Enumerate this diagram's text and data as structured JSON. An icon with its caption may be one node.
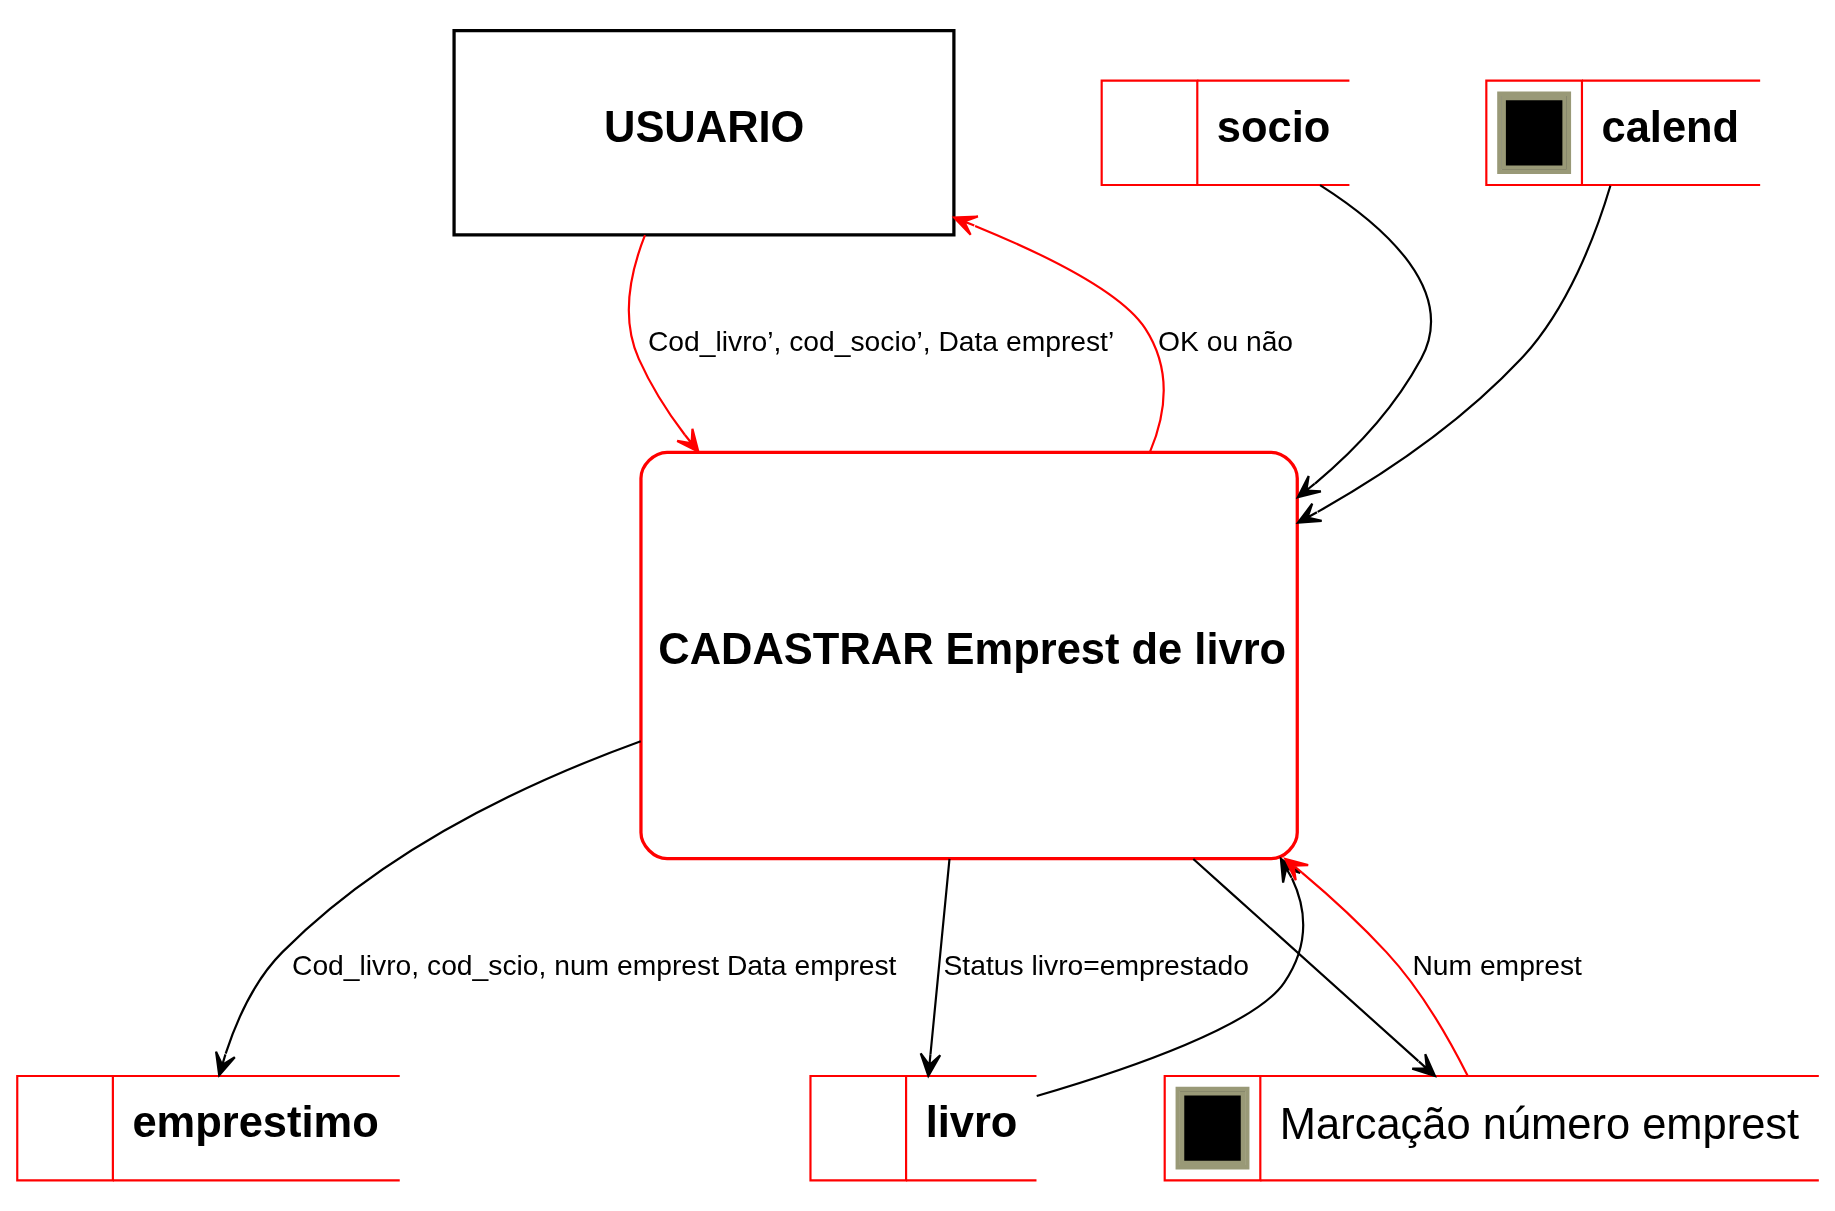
{
  "diagram": {
    "nodes": [
      {
        "text": [
          "USUARIO"
        ]
      },
      {
        "text": [
          "CADASTRAR Emprest de livro"
        ]
      },
      {
        "text": [
          "emprestimo"
        ]
      },
      {
        "text": [
          "livro"
        ]
      },
      {
        "text": [
          "socio"
        ]
      },
      {
        "text": [
          "calend"
        ]
      },
      {
        "text": [
          "Marcação número emprest"
        ]
      }
    ],
    "edges": [
      {
        "from": 0,
        "to": 1,
        "arrow": "to",
        "label": "Cod_livro’, cod_socio’, Data emprest’",
        "color": "#ff0000"
      },
      {
        "from": 1,
        "to": 0,
        "arrow": "to",
        "label": "OK ou não",
        "color": "#ff0000"
      },
      {
        "from": 1,
        "to": 2,
        "arrow": "to",
        "label": "Cod_livro, cod_scio, num emprest Data emprest"
      },
      {
        "from": 1,
        "to": 3,
        "arrow": "to",
        "label": "Status livro=emprestado"
      },
      {
        "from": 3,
        "to": 1,
        "arrow": "to"
      },
      {
        "from": 4,
        "to": 1,
        "arrow": "to"
      },
      {
        "from": 5,
        "to": 1,
        "arrow": "to"
      },
      {
        "from": 1,
        "to": 6,
        "arrow": "to"
      },
      {
        "from": 6,
        "to": 1,
        "arrow": "to",
        "label": "Num emprest",
        "color": "#ff0000"
      }
    ]
  }
}
